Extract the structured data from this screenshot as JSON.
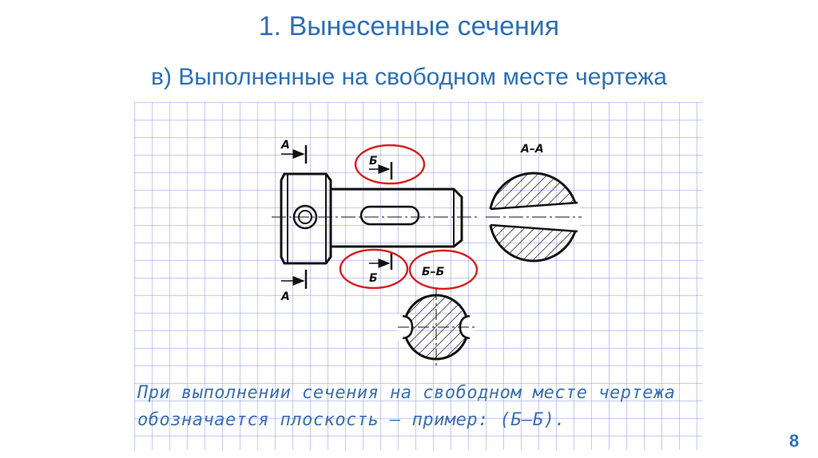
{
  "title": "1. Вынесенные сечения",
  "subtitle": "в) Выполненные на свободном месте чертежа",
  "drawing": {
    "label_a_top": "А",
    "label_a_bottom": "А",
    "label_b_top": "Б",
    "label_b_bottom": "Б",
    "section_aa": "А–А",
    "section_bb": "Б–Б",
    "highlight_color": "#d62020"
  },
  "caption": {
    "line1": "При выполнении сечения на свободном месте чертежа",
    "line2": "обозначается плоскость — пример:    (Б–Б)."
  },
  "page_number": "8"
}
